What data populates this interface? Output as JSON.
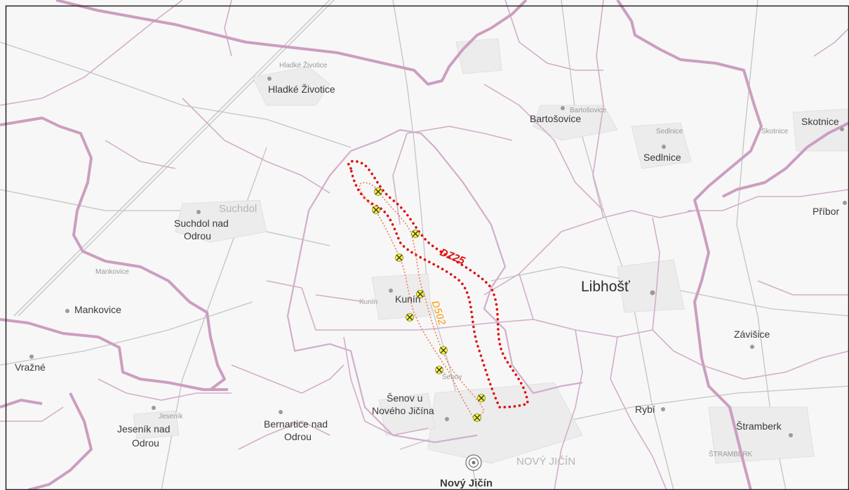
{
  "places": {
    "hladke_zivotice": "Hladké Životice",
    "bartosovice": "Bartošovice",
    "skotnice": "Skotnice",
    "sedlnice": "Sedlnice",
    "suchdol_line1": "Suchdol nad",
    "suchdol_line2": "Odrou",
    "pribor": "Příbor",
    "libhost": "Libhošť",
    "mankovice": "Mankovice",
    "kunin": "Kunín",
    "zavisice": "Závišice",
    "vrazne": "Vražné",
    "senov_line1": "Šenov u",
    "senov_line2": "Nového Jičína",
    "rybi": "Rybí",
    "stramberk": "Štramberk",
    "jesenik_line1": "Jeseník nad",
    "jesenik_line2": "Odrou",
    "bernartice_line1": "Bernartice nad",
    "bernartice_line2": "Odrou",
    "novy_jicin": "Nový Jičín"
  },
  "base_map_text": {
    "hladke_zivotice": "Hladké Životice",
    "bartosovice": "Bartošovice",
    "sedlnice": "Sedlnice",
    "skotnice": "Skotnice",
    "suchdol": "Suchdol",
    "kunin": "Kunín",
    "mankovice": "Mankovice",
    "jesenik": "Jeseník",
    "novy_jicin": "NOVÝ JIČÍN",
    "stramberk": "ŠTRAMBERK",
    "senov": "Šenov"
  },
  "corridors": {
    "dz25": "DZ25",
    "d502": "D502"
  },
  "colors": {
    "boundary": "#cc9ec0",
    "boundary_thin": "#d3aecb",
    "dz25": "#e01010",
    "d502": "#f07d5a",
    "d502_label": "#f5a020",
    "marker": "#f3f33a",
    "road": "#bcbcbc"
  },
  "icons": {
    "crossing": "crossing-marker-icon",
    "town_center": "town-center-icon",
    "village_dot": "village-dot-icon"
  }
}
